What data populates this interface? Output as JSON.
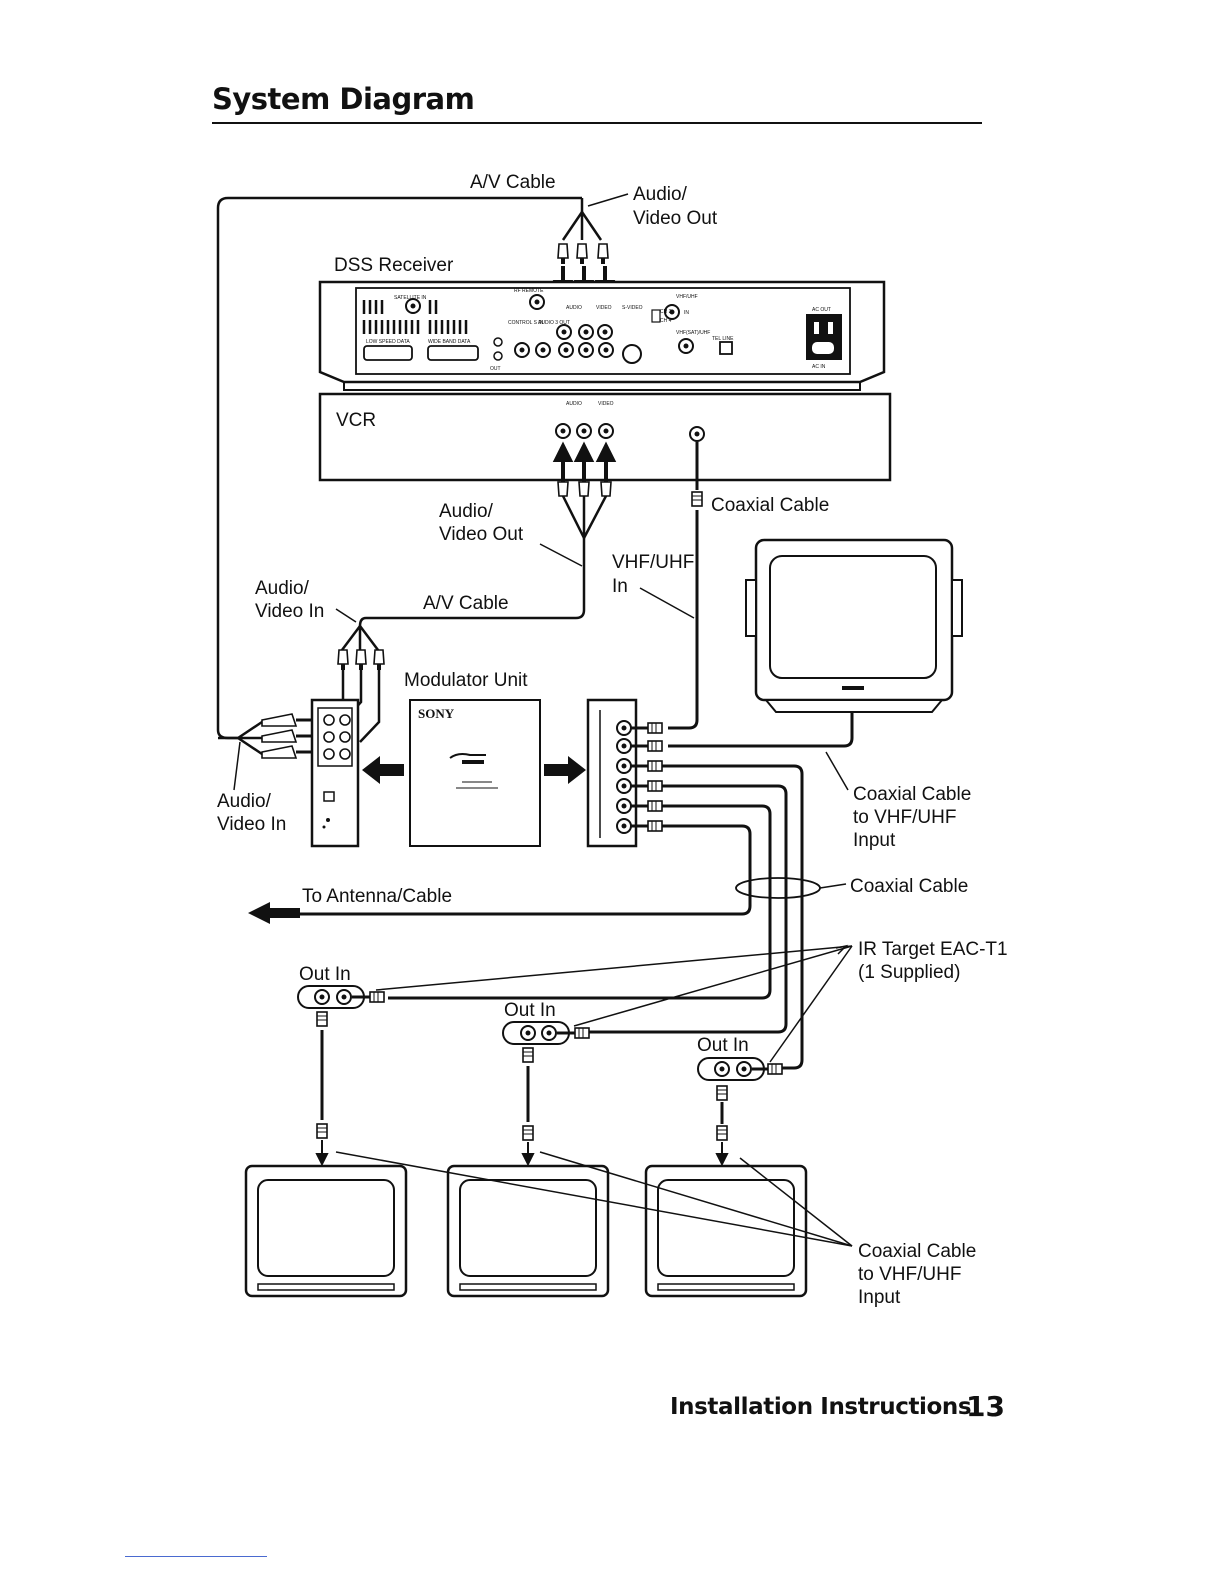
{
  "page": {
    "title": "System Diagram",
    "footer_section": "Installation Instructions",
    "page_number": "13"
  },
  "devices": {
    "dss_receiver": "DSS Receiver",
    "vcr": "VCR",
    "modulator_unit": "Modulator Unit",
    "modulator_brand": "SONY"
  },
  "labels": {
    "av_cable_top": "A/V Cable",
    "av_out_top_line1": "Audio/",
    "av_out_top_line2": "Video Out",
    "av_out_vcr_line1": "Audio/",
    "av_out_vcr_line2": "Video Out",
    "av_in_left_line1": "Audio/",
    "av_in_left_line2": "Video In",
    "av_cable_mid": "A/V Cable",
    "coaxial_cable_vcr": "Coaxial Cable",
    "vhf_uhf_in_line1": "VHF/UHF",
    "vhf_uhf_in_line2": "In",
    "av_in_mod_line1": "Audio/",
    "av_in_mod_line2": "Video In",
    "coax_to_tv_line1": "Coaxial Cable",
    "coax_to_tv_line2": "to VHF/UHF",
    "coax_to_tv_line3": "Input",
    "coaxial_cable_bundle": "Coaxial Cable",
    "to_antenna": "To Antenna/Cable",
    "ir_target_line1": "IR Target EAC-T1",
    "ir_target_line2": "(1 Supplied)",
    "out_in_1": "Out  In",
    "out_in_2": "Out  In",
    "out_in_3": "Out  In",
    "coax_bottom_line1": "Coaxial Cable",
    "coax_bottom_line2": "to VHF/UHF",
    "coax_bottom_line3": "Input"
  },
  "receiver_panel": {
    "satellite_in": "SATELLITE IN",
    "rf_remote": "RF REMOTE",
    "vhf_uhf": "VHF/UHF",
    "audio": "AUDIO",
    "video": "VIDEO",
    "s_video": "S-VIDEO",
    "ch3": "CH 3",
    "ch4": "CH 4",
    "in": "IN",
    "out": "OUT",
    "control_s_in": "CONTROL S IN",
    "audio3_out": "AUDIO 3 OUT",
    "low_speed_data": "LOW SPEED DATA",
    "wide_band_data": "WIDE BAND DATA",
    "vhf_sat_uhf": "VHF(SAT)/UHF",
    "tel_line": "TEL LINE",
    "ac_out": "AC OUT",
    "ac_in": "AC IN"
  },
  "vcr_panel": {
    "audio": "AUDIO",
    "video": "VIDEO"
  }
}
